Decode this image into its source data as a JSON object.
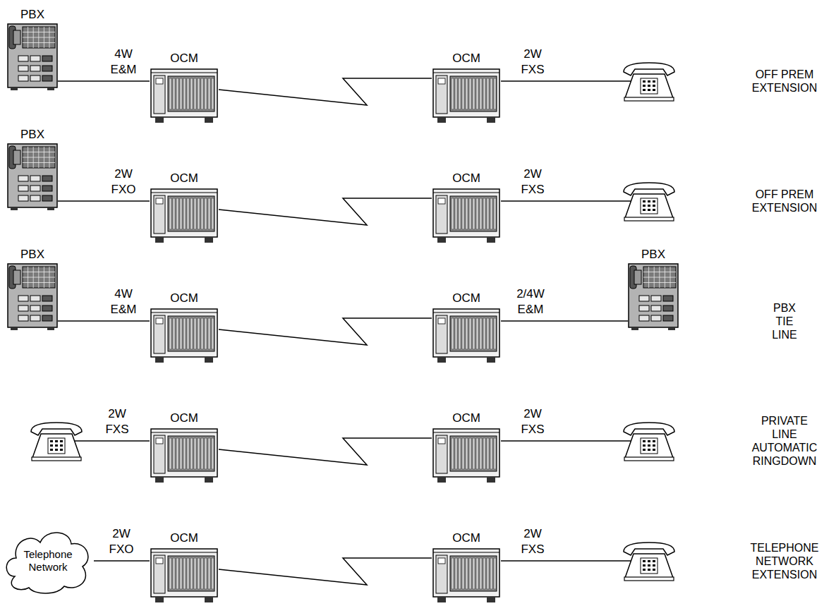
{
  "diagram": {
    "nodes": [
      {
        "text": [
          "PBX"
        ]
      },
      {
        "text": [
          "OCM"
        ]
      },
      {
        "text": [
          "OCM"
        ]
      },
      {
        "text": [
          "PBX"
        ]
      },
      {
        "text": [
          "OCM"
        ]
      },
      {
        "text": [
          "OCM"
        ]
      },
      {
        "text": [
          "PBX"
        ]
      },
      {
        "text": [
          "OCM"
        ]
      },
      {
        "text": [
          "OCM"
        ]
      },
      {
        "text": [
          "PBX"
        ]
      },
      {
        "text": [
          "OCM"
        ]
      },
      {
        "text": [
          "OCM"
        ]
      },
      {
        "text": [
          "Telephone Network"
        ]
      },
      {
        "text": [
          "OCM"
        ]
      },
      {
        "text": [
          "OCM"
        ]
      }
    ],
    "edges": [
      {
        "from": 0,
        "to": 1,
        "label": "4W E&M",
        "arrow": "none"
      },
      {
        "from": 1,
        "to": 2,
        "arrow": "none"
      },
      {
        "from": 3,
        "to": 4,
        "label": "2W FXO",
        "arrow": "none"
      },
      {
        "from": 4,
        "to": 5,
        "arrow": "none"
      },
      {
        "from": 6,
        "to": 7,
        "label": "4W E&M",
        "arrow": "none"
      },
      {
        "from": 7,
        "to": 8,
        "arrow": "none"
      },
      {
        "from": 8,
        "to": 9,
        "label": "2/4W E&M",
        "arrow": "none"
      },
      {
        "from": 10,
        "to": 11,
        "arrow": "none"
      },
      {
        "from": 12,
        "to": 13,
        "label": "2W FXO",
        "arrow": "none"
      },
      {
        "from": 13,
        "to": 14,
        "arrow": "none"
      }
    ],
    "labels": [
      "2W FXS",
      "OFF PREM EXTENSION",
      "2W FXS",
      "OFF PREM EXTENSION",
      "PBX TIE LINE",
      "2W FXS",
      "2W FXS",
      "PRIVATE LINE AUTOMATIC RINGDOWN",
      "2W FXS",
      "TELEPHONE NETWORK EXTENSION"
    ]
  }
}
